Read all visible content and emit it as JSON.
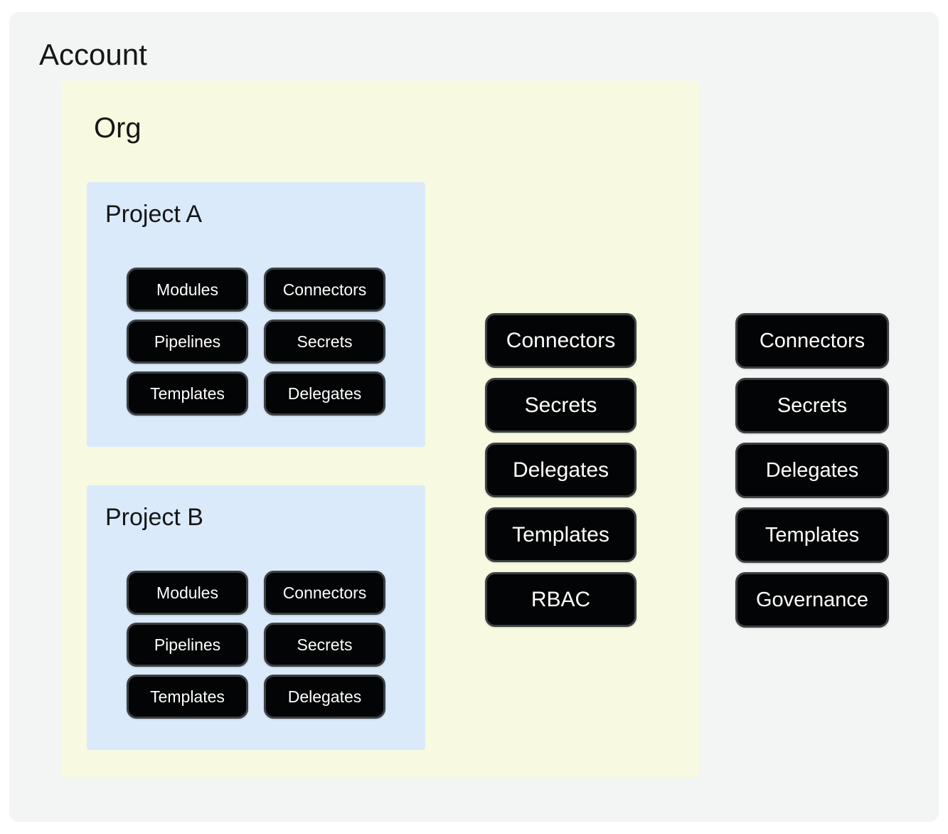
{
  "account": {
    "title": "Account",
    "org": {
      "title": "Org",
      "projects": [
        {
          "title": "Project A",
          "pills": [
            "Modules",
            "Connectors",
            "Pipelines",
            "Secrets",
            "Templates",
            "Delegates"
          ]
        },
        {
          "title": "Project B",
          "pills": [
            "Modules",
            "Connectors",
            "Pipelines",
            "Secrets",
            "Templates",
            "Delegates"
          ]
        }
      ],
      "org_pills": [
        "Connectors",
        "Secrets",
        "Delegates",
        "Templates",
        "RBAC"
      ]
    },
    "account_pills": [
      "Connectors",
      "Secrets",
      "Delegates",
      "Templates",
      "Governance"
    ]
  },
  "colors": {
    "page_bg": "#ffffff",
    "account_bg": "#f3f4f4",
    "org_bg": "#f7fae0",
    "project_bg": "#daeafb",
    "pill_bg": "#000000",
    "pill_border": "#3c4043",
    "pill_text": "#ffffff",
    "title_text": "#161616"
  }
}
